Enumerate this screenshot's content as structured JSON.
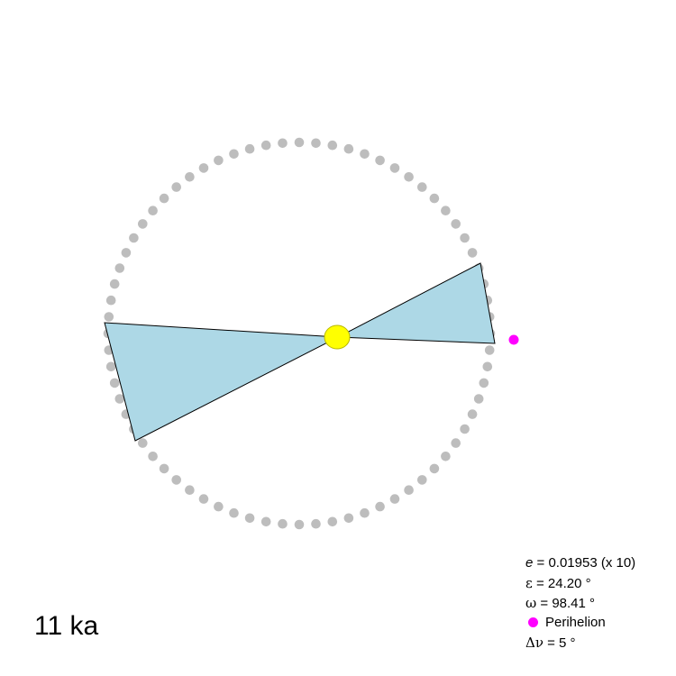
{
  "diagram": {
    "age_label": "11 ka",
    "orbit_dot_color": "#bdbdbd",
    "sun_color": "#ffff00",
    "wedge_fill": "#add8e6",
    "perihelion_color": "#ff00ff"
  },
  "legend": {
    "eccentricity_symbol": "e",
    "eccentricity_text": "= 0.01953 (x 10)",
    "obliquity_symbol": "ε",
    "obliquity_text": "= 24.20 °",
    "perihelion_symbol": "ω",
    "perihelion_text": "= 98.41 °",
    "perihelion_label": "Perihelion",
    "step_symbol": "Δν",
    "step_text": "=  5 °"
  }
}
